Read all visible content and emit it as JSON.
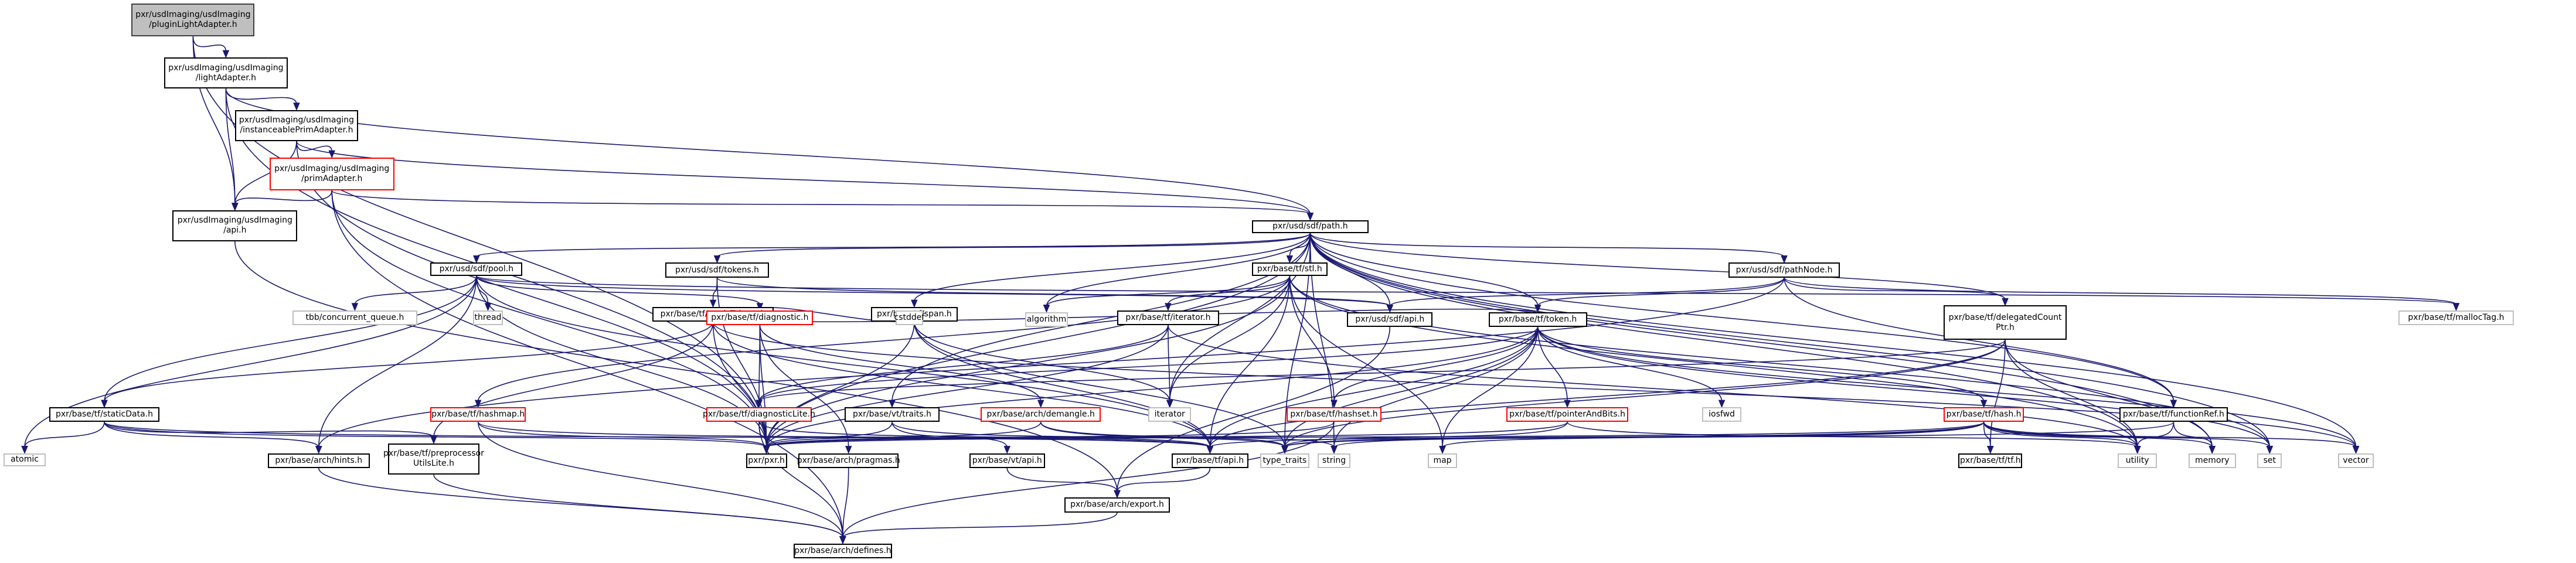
{
  "title": "Include dependency graph for pluginLightAdapter.h",
  "colors": {
    "edge": "#191970",
    "root_fill": "#bfbfbf",
    "missing_border": "#ff0000",
    "system_border": "#bfbfbf"
  },
  "nodes": [
    {
      "id": "pluginLightAdapter",
      "label": "pxr/usdImaging/usdImaging\n/pluginLightAdapter.h",
      "kind": "root"
    },
    {
      "id": "lightAdapter",
      "label": "pxr/usdImaging/usdImaging\n/lightAdapter.h",
      "kind": "normal"
    },
    {
      "id": "instanceablePrimAdapter",
      "label": "pxr/usdImaging/usdImaging\n/instanceablePrimAdapter.h",
      "kind": "normal"
    },
    {
      "id": "primAdapter",
      "label": "pxr/usdImaging/usdImaging\n/primAdapter.h",
      "kind": "red"
    },
    {
      "id": "usdImagingApi",
      "label": "pxr/usdImaging/usdImaging\n/api.h",
      "kind": "normal"
    },
    {
      "id": "sdfPath",
      "label": "pxr/usd/sdf/path.h",
      "kind": "normal"
    },
    {
      "id": "sdfTokens",
      "label": "pxr/usd/sdf/tokens.h",
      "kind": "normal"
    },
    {
      "id": "sdfPool",
      "label": "pxr/usd/sdf/pool.h",
      "kind": "normal"
    },
    {
      "id": "staticTokens",
      "label": "pxr/base/tf/staticTokens.h",
      "kind": "normal"
    },
    {
      "id": "span",
      "label": "pxr/base/tf/span.h",
      "kind": "normal"
    },
    {
      "id": "stl",
      "label": "pxr/base/tf/stl.h",
      "kind": "normal"
    },
    {
      "id": "pathNode",
      "label": "pxr/usd/sdf/pathNode.h",
      "kind": "normal"
    },
    {
      "id": "delegatedCountPtr",
      "label": "pxr/base/tf/delegatedCount\nPtr.h",
      "kind": "normal"
    },
    {
      "id": "mallocTag",
      "label": "pxr/base/tf/mallocTag.h",
      "kind": "sys"
    },
    {
      "id": "sdfApi",
      "label": "pxr/usd/sdf/api.h",
      "kind": "normal"
    },
    {
      "id": "token",
      "label": "pxr/base/tf/token.h",
      "kind": "normal"
    },
    {
      "id": "tfIterator",
      "label": "pxr/base/tf/iterator.h",
      "kind": "normal"
    },
    {
      "id": "diagnostic",
      "label": "pxr/base/tf/diagnostic.h",
      "kind": "red"
    },
    {
      "id": "cstddef",
      "label": "cstddef",
      "kind": "sys"
    },
    {
      "id": "algorithm",
      "label": "algorithm",
      "kind": "sys"
    },
    {
      "id": "thread",
      "label": "thread",
      "kind": "sys"
    },
    {
      "id": "concurrentQueue",
      "label": "tbb/concurrent_queue.h",
      "kind": "sys"
    },
    {
      "id": "staticData",
      "label": "pxr/base/tf/staticData.h",
      "kind": "normal"
    },
    {
      "id": "hashmap",
      "label": "pxr/base/tf/hashmap.h",
      "kind": "red"
    },
    {
      "id": "diagnosticLite",
      "label": "pxr/base/tf/diagnosticLite.h",
      "kind": "red"
    },
    {
      "id": "vtTraits",
      "label": "pxr/base/vt/traits.h",
      "kind": "normal"
    },
    {
      "id": "demangle",
      "label": "pxr/base/arch/demangle.h",
      "kind": "red"
    },
    {
      "id": "iterator",
      "label": "iterator",
      "kind": "sys"
    },
    {
      "id": "hashset",
      "label": "pxr/base/tf/hashset.h",
      "kind": "red"
    },
    {
      "id": "pointerAndBits",
      "label": "pxr/base/tf/pointerAndBits.h",
      "kind": "red"
    },
    {
      "id": "iosfwd",
      "label": "iosfwd",
      "kind": "sys"
    },
    {
      "id": "hash",
      "label": "pxr/base/tf/hash.h",
      "kind": "red"
    },
    {
      "id": "functionRef",
      "label": "pxr/base/tf/functionRef.h",
      "kind": "normal"
    },
    {
      "id": "atomic",
      "label": "atomic",
      "kind": "sys"
    },
    {
      "id": "hints",
      "label": "pxr/base/arch/hints.h",
      "kind": "normal"
    },
    {
      "id": "preprocessorUtilsLite",
      "label": "pxr/base/tf/preprocessor\nUtilsLite.h",
      "kind": "normal"
    },
    {
      "id": "pxr",
      "label": "pxr/pxr.h",
      "kind": "normal"
    },
    {
      "id": "pragmas",
      "label": "pxr/base/arch/pragmas.h",
      "kind": "normal"
    },
    {
      "id": "vtApi",
      "label": "pxr/base/vt/api.h",
      "kind": "normal"
    },
    {
      "id": "tfApi",
      "label": "pxr/base/tf/api.h",
      "kind": "normal"
    },
    {
      "id": "typeTraits",
      "label": "type_traits",
      "kind": "sys"
    },
    {
      "id": "string",
      "label": "string",
      "kind": "sys"
    },
    {
      "id": "map",
      "label": "map",
      "kind": "sys"
    },
    {
      "id": "tf",
      "label": "pxr/base/tf/tf.h",
      "kind": "normal"
    },
    {
      "id": "utility",
      "label": "utility",
      "kind": "sys"
    },
    {
      "id": "memory",
      "label": "memory",
      "kind": "sys"
    },
    {
      "id": "set",
      "label": "set",
      "kind": "sys"
    },
    {
      "id": "vector",
      "label": "vector",
      "kind": "sys"
    },
    {
      "id": "export",
      "label": "pxr/base/arch/export.h",
      "kind": "normal"
    },
    {
      "id": "defines",
      "label": "pxr/base/arch/defines.h",
      "kind": "normal"
    }
  ],
  "edges": [
    [
      "pluginLightAdapter",
      "lightAdapter"
    ],
    [
      "pluginLightAdapter",
      "usdImagingApi"
    ],
    [
      "pluginLightAdapter",
      "pxr"
    ],
    [
      "lightAdapter",
      "instanceablePrimAdapter"
    ],
    [
      "lightAdapter",
      "usdImagingApi"
    ],
    [
      "lightAdapter",
      "sdfPath"
    ],
    [
      "lightAdapter",
      "pxr"
    ],
    [
      "instanceablePrimAdapter",
      "primAdapter"
    ],
    [
      "instanceablePrimAdapter",
      "usdImagingApi"
    ],
    [
      "instanceablePrimAdapter",
      "sdfPath"
    ],
    [
      "instanceablePrimAdapter",
      "pxr"
    ],
    [
      "primAdapter",
      "usdImagingApi"
    ],
    [
      "primAdapter",
      "sdfPath"
    ],
    [
      "primAdapter",
      "pxr"
    ],
    [
      "primAdapter",
      "defines"
    ],
    [
      "usdImagingApi",
      "export"
    ],
    [
      "sdfPath",
      "sdfTokens"
    ],
    [
      "sdfPath",
      "sdfPool"
    ],
    [
      "sdfPath",
      "span"
    ],
    [
      "sdfPath",
      "stl"
    ],
    [
      "sdfPath",
      "pathNode"
    ],
    [
      "sdfPath",
      "delegatedCountPtr"
    ],
    [
      "sdfPath",
      "sdfApi"
    ],
    [
      "sdfPath",
      "token"
    ],
    [
      "sdfPath",
      "algorithm"
    ],
    [
      "sdfPath",
      "iterator"
    ],
    [
      "sdfPath",
      "vtTraits"
    ],
    [
      "sdfPath",
      "pxr"
    ],
    [
      "sdfPath",
      "typeTraits"
    ],
    [
      "sdfPath",
      "string"
    ],
    [
      "sdfPath",
      "utility"
    ],
    [
      "sdfPath",
      "set"
    ],
    [
      "sdfPath",
      "vector"
    ],
    [
      "sdfPath",
      "memory"
    ],
    [
      "sdfPath",
      "functionRef"
    ],
    [
      "sdfTokens",
      "staticTokens"
    ],
    [
      "sdfTokens",
      "sdfApi"
    ],
    [
      "sdfTokens",
      "pxr"
    ],
    [
      "sdfPool",
      "concurrentQueue"
    ],
    [
      "sdfPool",
      "thread"
    ],
    [
      "sdfPool",
      "staticData"
    ],
    [
      "sdfPool",
      "diagnostic"
    ],
    [
      "sdfPool",
      "atomic"
    ],
    [
      "sdfPool",
      "hints"
    ],
    [
      "sdfPool",
      "pxr"
    ],
    [
      "sdfPool",
      "tfApi"
    ],
    [
      "sdfPool",
      "mallocTag"
    ],
    [
      "sdfPool",
      "sdfApi"
    ],
    [
      "staticTokens",
      "staticData"
    ],
    [
      "staticTokens",
      "token"
    ],
    [
      "staticTokens",
      "preprocessorUtilsLite"
    ],
    [
      "staticTokens",
      "pxr"
    ],
    [
      "staticTokens",
      "vector"
    ],
    [
      "staticTokens",
      "tfApi"
    ],
    [
      "span",
      "cstddef"
    ],
    [
      "span",
      "diagnostic"
    ],
    [
      "span",
      "iterator"
    ],
    [
      "span",
      "typeTraits"
    ],
    [
      "span",
      "pxr"
    ],
    [
      "span",
      "tfApi"
    ],
    [
      "stl",
      "tfIterator"
    ],
    [
      "stl",
      "hashmap"
    ],
    [
      "stl",
      "hashset"
    ],
    [
      "stl",
      "iterator"
    ],
    [
      "stl",
      "algorithm"
    ],
    [
      "stl",
      "tfApi"
    ],
    [
      "stl",
      "map"
    ],
    [
      "stl",
      "set"
    ],
    [
      "stl",
      "utility"
    ],
    [
      "stl",
      "pxr"
    ],
    [
      "pathNode",
      "token"
    ],
    [
      "pathNode",
      "delegatedCountPtr"
    ],
    [
      "pathNode",
      "sdfApi"
    ],
    [
      "pathNode",
      "mallocTag"
    ],
    [
      "pathNode",
      "hints"
    ],
    [
      "pathNode",
      "functionRef"
    ],
    [
      "delegatedCountPtr",
      "diagnosticLite"
    ],
    [
      "delegatedCountPtr",
      "tfApi"
    ],
    [
      "delegatedCountPtr",
      "tf"
    ],
    [
      "delegatedCountPtr",
      "typeTraits"
    ],
    [
      "delegatedCountPtr",
      "utility"
    ],
    [
      "delegatedCountPtr",
      "memory"
    ],
    [
      "sdfApi",
      "export"
    ],
    [
      "token",
      "pointerAndBits"
    ],
    [
      "token",
      "hash"
    ],
    [
      "token",
      "hashset"
    ],
    [
      "token",
      "diagnosticLite"
    ],
    [
      "token",
      "iosfwd"
    ],
    [
      "token",
      "string"
    ],
    [
      "token",
      "vector"
    ],
    [
      "token",
      "set"
    ],
    [
      "token",
      "map"
    ],
    [
      "token",
      "tfApi"
    ],
    [
      "token",
      "pxr"
    ],
    [
      "token",
      "typeTraits"
    ],
    [
      "tfIterator",
      "iterator"
    ],
    [
      "tfIterator",
      "diagnosticLite"
    ],
    [
      "tfIterator",
      "pxr"
    ],
    [
      "tfIterator",
      "utility"
    ],
    [
      "diagnostic",
      "diagnosticLite"
    ],
    [
      "diagnostic",
      "pxr"
    ],
    [
      "diagnostic",
      "demangle"
    ],
    [
      "diagnostic",
      "pragmas"
    ],
    [
      "staticData",
      "atomic"
    ],
    [
      "staticData",
      "hints"
    ],
    [
      "staticData",
      "preprocessorUtilsLite"
    ],
    [
      "staticData",
      "pxr"
    ],
    [
      "staticData",
      "tfApi"
    ],
    [
      "hashmap",
      "pxr"
    ],
    [
      "hashmap",
      "defines"
    ],
    [
      "hashmap",
      "tfApi"
    ],
    [
      "diagnosticLite",
      "pxr"
    ],
    [
      "diagnosticLite",
      "tfApi"
    ],
    [
      "diagnosticLite",
      "defines"
    ],
    [
      "vtTraits",
      "pxr"
    ],
    [
      "vtTraits",
      "vtApi"
    ],
    [
      "vtTraits",
      "typeTraits"
    ],
    [
      "demangle",
      "pxr"
    ],
    [
      "demangle",
      "typeTraits"
    ],
    [
      "demangle",
      "string"
    ],
    [
      "hashset",
      "pxr"
    ],
    [
      "hashset",
      "defines"
    ],
    [
      "pointerAndBits",
      "pxr"
    ],
    [
      "pointerAndBits",
      "typeTraits"
    ],
    [
      "pointerAndBits",
      "utility"
    ],
    [
      "hash",
      "pxr"
    ],
    [
      "hash",
      "tf"
    ],
    [
      "hash",
      "typeTraits"
    ],
    [
      "hash",
      "string"
    ],
    [
      "hash",
      "map"
    ],
    [
      "hash",
      "set"
    ],
    [
      "hash",
      "utility"
    ],
    [
      "hash",
      "memory"
    ],
    [
      "hash",
      "vector"
    ],
    [
      "hash",
      "tfApi"
    ],
    [
      "functionRef",
      "utility"
    ],
    [
      "functionRef",
      "memory"
    ],
    [
      "functionRef",
      "typeTraits"
    ],
    [
      "hints",
      "defines"
    ],
    [
      "preprocessorUtilsLite",
      "defines"
    ],
    [
      "pragmas",
      "defines"
    ],
    [
      "vtApi",
      "export"
    ],
    [
      "tfApi",
      "export"
    ],
    [
      "export",
      "defines"
    ]
  ]
}
